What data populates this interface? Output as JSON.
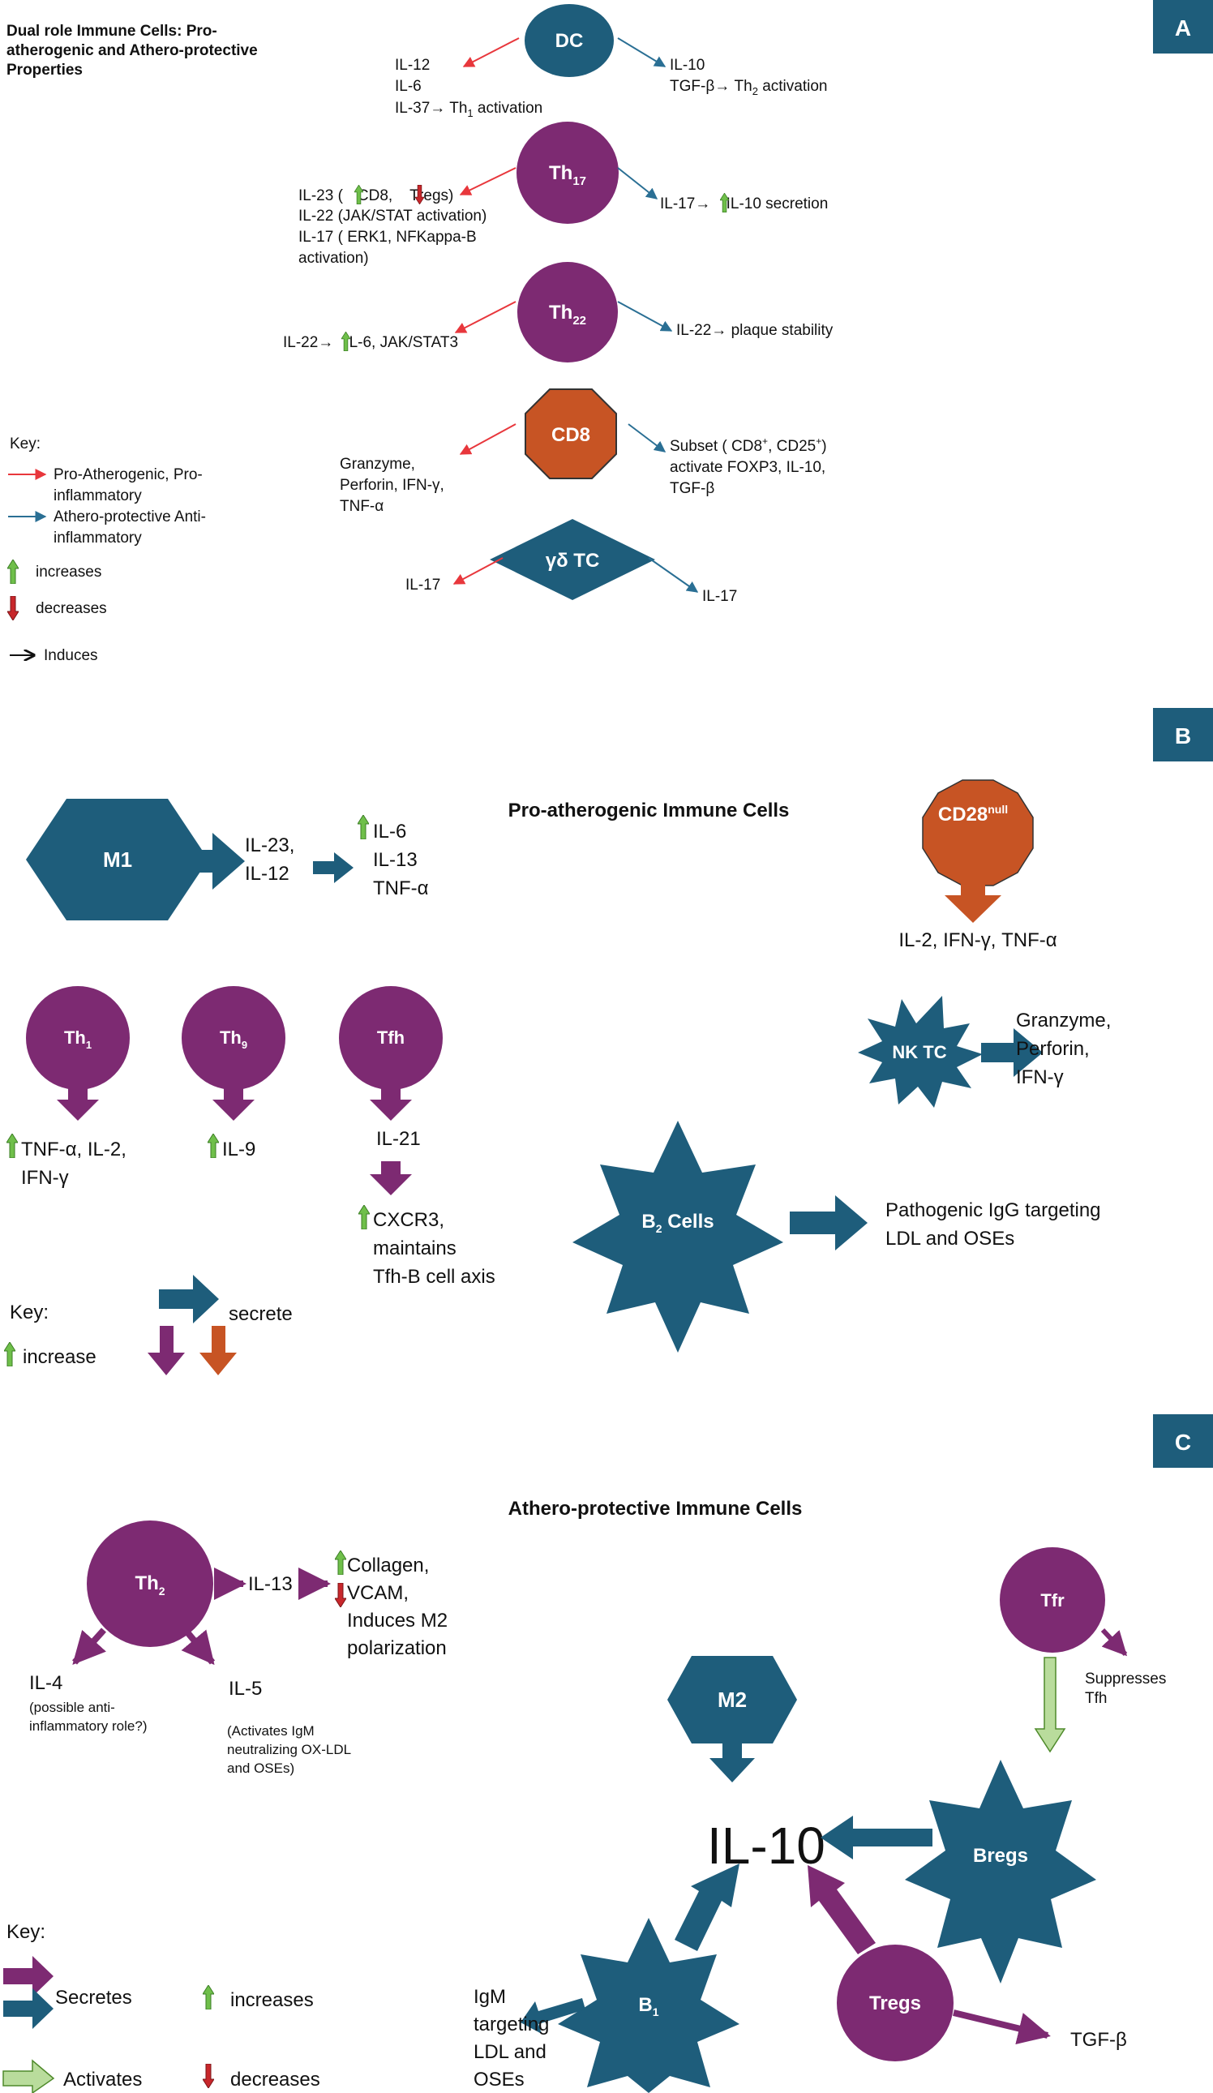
{
  "colors": {
    "teal": "#1e5d7b",
    "purple": "#7d2a72",
    "orange": "#c75424",
    "red_arrow": "#e8373c",
    "blue_arrow": "#2a6f94",
    "green_arrow": "#6fbf4a",
    "red_down": "#c8272b",
    "light_green": "#b9dc9c"
  },
  "panelA": {
    "badge": "A",
    "title": [
      "Dual role Immune Cells: Pro-",
      "atherogenic and Athero-protective",
      "Properties"
    ],
    "dc": {
      "label": "DC",
      "left": [
        "IL-12",
        "IL-6",
        "IL-37→ Th",
        "1",
        " activation"
      ],
      "right": [
        "IL-10",
        "TGF-β→ Th",
        "2",
        " activation"
      ]
    },
    "th17": {
      "label": "Th",
      "sub": "17",
      "left": [
        "IL-23 (",
        "CD8, ",
        "Tregs)",
        "IL-22 (JAK/STAT activation)",
        "IL-17 ( ERK1, NFKappa-B",
        "activation)"
      ],
      "right": [
        "IL-17→ ",
        "IL-10 secretion"
      ]
    },
    "th22": {
      "label": "Th",
      "sub": "22",
      "left": [
        "IL-22→",
        "IL-6, JAK/STAT3"
      ],
      "right": "IL-22→ plaque stability"
    },
    "cd8": {
      "label": "CD8",
      "left": [
        "Granzyme,",
        "Perforin, IFN-γ,",
        "TNF-α"
      ],
      "right": [
        "Subset ( CD8",
        "+",
        ", CD25",
        "+",
        ")",
        "activate FOXP3, IL-10,",
        "TGF-β"
      ]
    },
    "gdtc": {
      "label": "γδ TC",
      "left": "IL-17",
      "right": "IL-17"
    },
    "key": {
      "title": "Key:",
      "pro": [
        "Pro-Atherogenic, Pro-",
        "inflammatory"
      ],
      "anti": [
        "Athero-protective Anti-",
        "inflammatory"
      ],
      "increases": "increases",
      "decreases": "decreases",
      "induces": "Induces"
    }
  },
  "panelB": {
    "badge": "B",
    "title": "Pro-atherogenic Immune Cells",
    "m1": {
      "label": "M1",
      "mid": [
        "IL-23,",
        "IL-12"
      ],
      "out": [
        "IL-6",
        "IL-13",
        "TNF-α"
      ]
    },
    "cd28": {
      "label": "CD28",
      "sup": "null",
      "out": "IL-2, IFN-γ, TNF-α"
    },
    "th1": {
      "label": "Th",
      "sub": "1",
      "out": [
        "TNF-α, IL-2,",
        "IFN-γ"
      ]
    },
    "th9": {
      "label": "Th",
      "sub": "9",
      "out": "IL-9"
    },
    "tfh": {
      "label": "Tfh",
      "mid": "IL-21",
      "out": [
        "CXCR3,",
        "maintains",
        "Tfh-B cell axis"
      ]
    },
    "nktc": {
      "label": "NK TC",
      "out": [
        "Granzyme,",
        "Perforin,",
        "IFN-γ"
      ]
    },
    "b2": {
      "label": "B",
      "sub": "2",
      "label2": " Cells",
      "out": [
        "Pathogenic IgG targeting",
        "LDL and OSEs"
      ]
    },
    "key": {
      "title": "Key:",
      "increase": "increase",
      "secrete": "secrete"
    }
  },
  "panelC": {
    "badge": "C",
    "title": "Athero-protective Immune Cells",
    "th2": {
      "label": "Th",
      "sub": "2",
      "il13": "IL-13",
      "il13_out": [
        "Collagen,",
        "VCAM,",
        "Induces M2",
        "polarization"
      ],
      "il4": "IL-4",
      "il4_note": [
        "(possible anti-",
        "inflammatory role?)"
      ],
      "il5": "IL-5",
      "il5_note": [
        "(Activates IgM",
        "neutralizing OX-LDL",
        "and OSEs)"
      ]
    },
    "m2": "M2",
    "tfr": {
      "label": "Tfr",
      "note": [
        "Suppresses",
        "Tfh"
      ]
    },
    "il10": "IL-10",
    "bregs": "Bregs",
    "b1": {
      "label": "B",
      "sub": "1",
      "out": [
        "IgM",
        "targeting",
        "LDL and",
        "OSEs"
      ]
    },
    "tregs": {
      "label": "Tregs",
      "out": "TGF-β"
    },
    "key": {
      "title": "Key:",
      "secretes": "Secretes",
      "activates": "Activates",
      "increases": "increases",
      "decreases": "decreases"
    }
  }
}
